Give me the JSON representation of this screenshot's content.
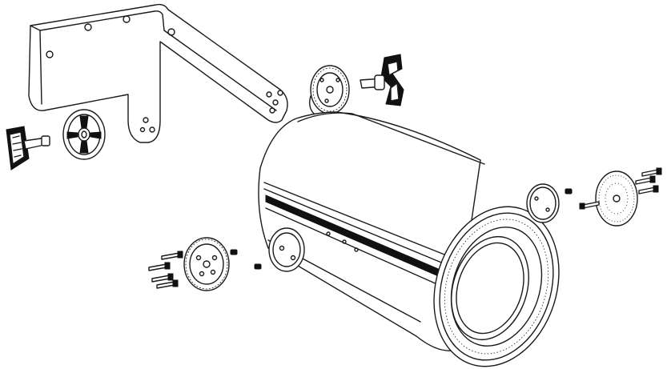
{
  "diagram": {
    "parts": [
      {
        "id": "yoke-bracket",
        "icon": "u-bracket"
      },
      {
        "id": "knob-left",
        "icon": "tilt-lock-knob"
      },
      {
        "id": "friction-disc-left",
        "icon": "cross-disc"
      },
      {
        "id": "knob-right",
        "icon": "tilt-lock-knob"
      },
      {
        "id": "ratchet-plate-top",
        "icon": "toothed-plate"
      },
      {
        "id": "housing",
        "icon": "cylinder-housing"
      },
      {
        "id": "side-plate-front",
        "icon": "round-plate"
      },
      {
        "id": "gear-plate-left",
        "icon": "gear-plate"
      },
      {
        "id": "side-plate-rear",
        "icon": "round-plate"
      },
      {
        "id": "dotted-plate-right",
        "icon": "perforated-plate"
      },
      {
        "id": "screws",
        "icon": "screw"
      }
    ],
    "colors": {
      "line": "#1a1a1a",
      "fill": "#ffffff",
      "dark": "#111111"
    }
  }
}
